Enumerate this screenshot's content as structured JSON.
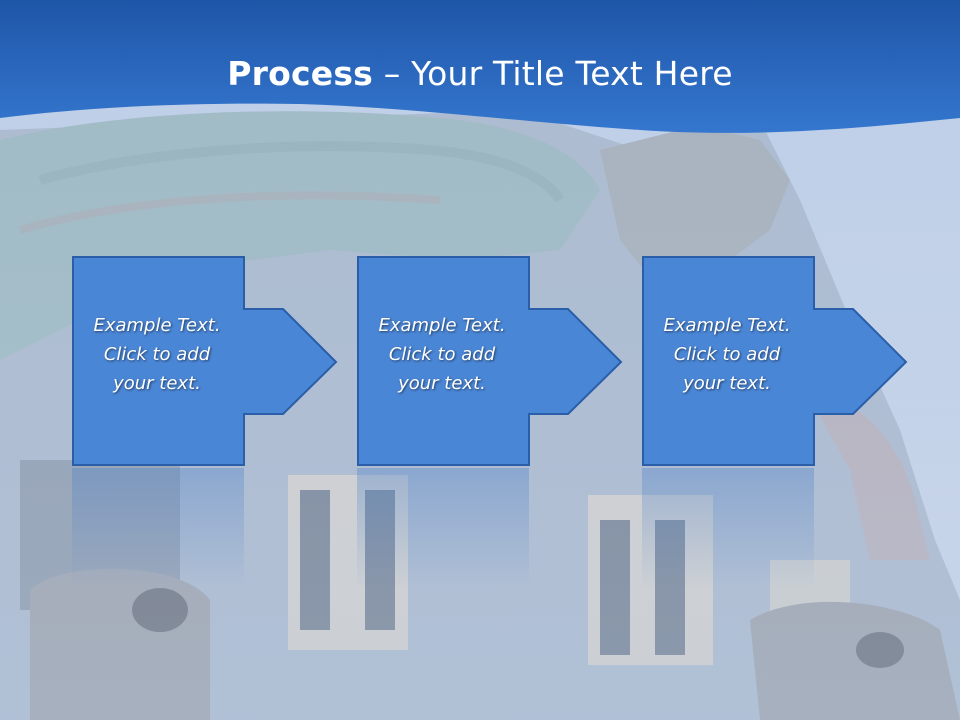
{
  "slide": {
    "title_bold": "Process",
    "title_rest": " – Your Title Text Here",
    "steps": [
      {
        "line1": "Example Text.",
        "line2": "Click  to add",
        "line3": "your text."
      },
      {
        "line1": "Example Text.",
        "line2": "Click  to add",
        "line3": "your text."
      },
      {
        "line1": "Example Text.",
        "line2": "Click  to add",
        "line3": "your text."
      }
    ],
    "colors": {
      "header_blue": "#2d6cc4",
      "arrow_fill": "#4a86d6",
      "arrow_border": "#2a5ea8",
      "background_wash": "#c4d2e6"
    }
  }
}
